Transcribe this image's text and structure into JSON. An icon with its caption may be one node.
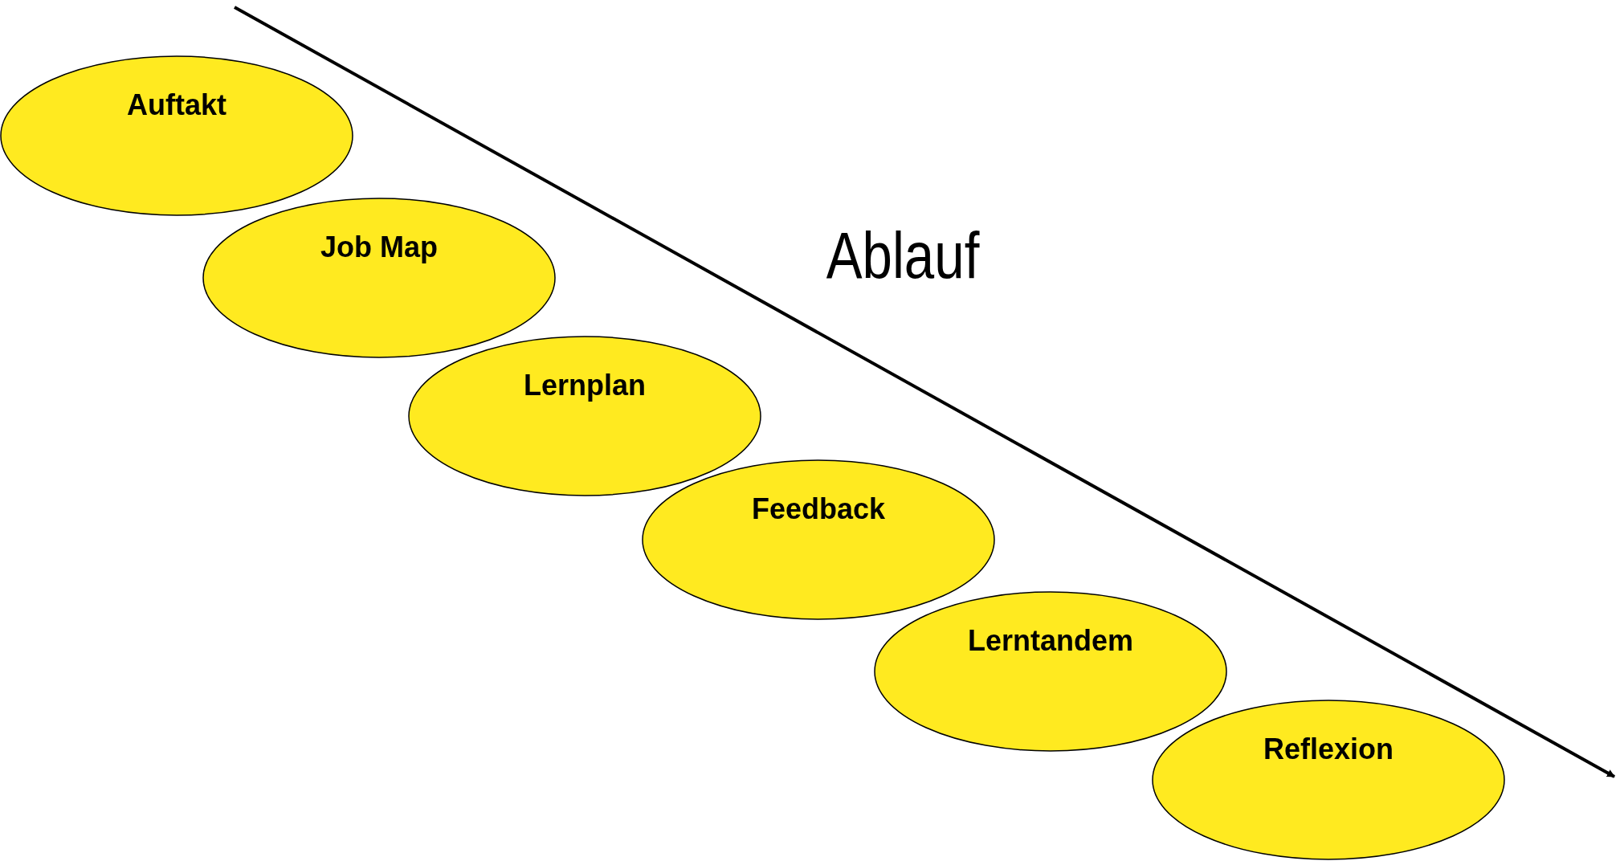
{
  "diagram": {
    "nodes": [
      {
        "text": [
          "Auftakt"
        ]
      },
      {
        "text": [
          "Job Map"
        ]
      },
      {
        "text": [
          "Lernplan"
        ]
      },
      {
        "text": [
          "Feedback"
        ]
      },
      {
        "text": [
          "Lerntandem"
        ]
      },
      {
        "text": [
          "Reflexion"
        ]
      }
    ],
    "labels": [
      "Ablauf"
    ]
  }
}
